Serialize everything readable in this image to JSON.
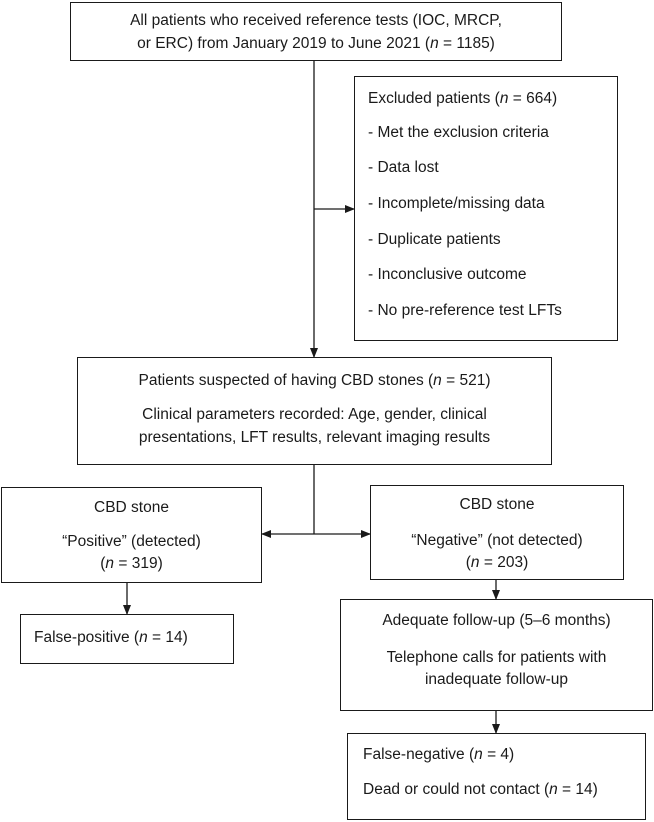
{
  "flowchart": {
    "all_patients": {
      "line1": "All patients who received reference tests (IOC, MRCP,",
      "line2_pre": "or ERC) from January 2019 to June 2021 (",
      "n_symbol": "n",
      "line2_post": " = 1185)"
    },
    "excluded": {
      "title_pre": "Excluded patients (",
      "n_symbol": "n",
      "title_post": " = 664)",
      "items": [
        "- Met the exclusion criteria",
        "- Data lost",
        "- Incomplete/missing data",
        "- Duplicate patients",
        "- Inconclusive outcome",
        "- No pre-reference test LFTs"
      ]
    },
    "suspected": {
      "title_pre": "Patients suspected of having CBD stones (",
      "n_symbol": "n",
      "title_post": " = 521)",
      "line2": "Clinical parameters recorded: Age, gender, clinical",
      "line3": "presentations, LFT results, relevant imaging results"
    },
    "positive": {
      "title": "CBD stone",
      "line2": "“Positive” (detected)",
      "n_pre": "(",
      "n_symbol": "n",
      "n_post": " = 319)"
    },
    "negative": {
      "title": "CBD stone",
      "line2": "“Negative” (not detected)",
      "n_pre": "(",
      "n_symbol": "n",
      "n_post": " = 203)"
    },
    "false_positive": {
      "pre": "False-positive (",
      "n_symbol": "n",
      "post": " = 14)"
    },
    "follow_up": {
      "line1": "Adequate follow-up (5–6 months)",
      "line2": "Telephone calls for patients with",
      "line3": "inadequate follow-up"
    },
    "false_negative": {
      "line1_pre": "False-negative (",
      "line1_n": "n",
      "line1_post": " = 4)",
      "line2_pre": "Dead or could not contact (",
      "line2_n": "n",
      "line2_post": " = 14)"
    },
    "colors": {
      "stroke": "#1a1a1a",
      "background": "#ffffff"
    }
  }
}
